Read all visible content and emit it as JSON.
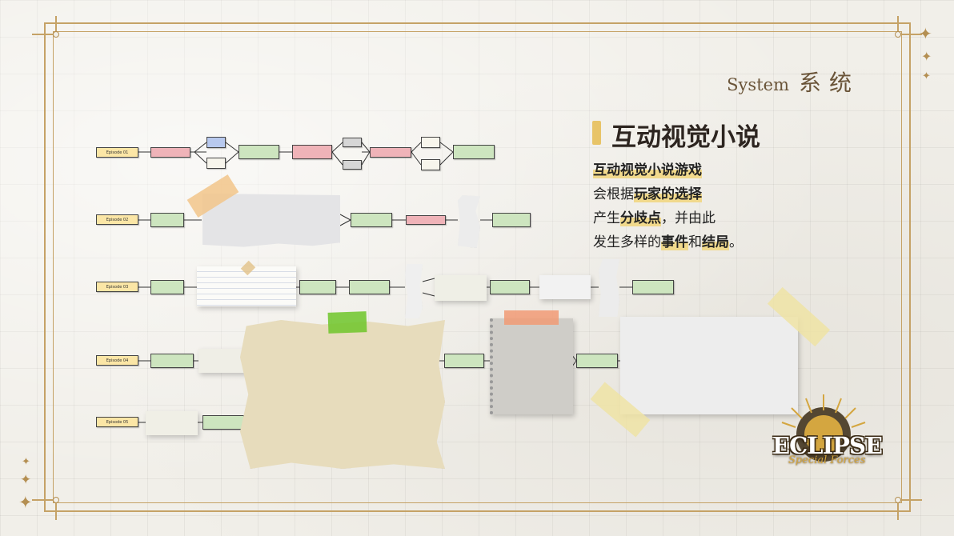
{
  "header": {
    "section_en": "System",
    "section_zh": "系统"
  },
  "main": {
    "title": "互动视觉小说",
    "desc": {
      "l1_hl": "互动视觉小说游戏",
      "l2_pre": "会根据",
      "l2_hl": "玩家的选择",
      "l3_pre": "产生",
      "l3_hl": "分歧点",
      "l3_post": "，并由此",
      "l4_pre": "发生多样的",
      "l4_b1": "事件",
      "l4_mid": "和",
      "l4_b2": "结局",
      "l4_end": "。"
    }
  },
  "flowchart": {
    "episodes": [
      "Episode 01",
      "Episode 02",
      "Episode 03",
      "Episode 04",
      "Episode 05"
    ]
  },
  "logo": {
    "name": "ECLIPSE",
    "subtitle": "Special Forces"
  },
  "colors": {
    "frame": "#c5a266",
    "accent": "#e8c468",
    "highlight": "#f1d98c",
    "episode_node": "#fbe6a6",
    "green_node": "#cde5bf",
    "pink_node": "#efb3b8",
    "blue_node": "#b8c9ee"
  }
}
